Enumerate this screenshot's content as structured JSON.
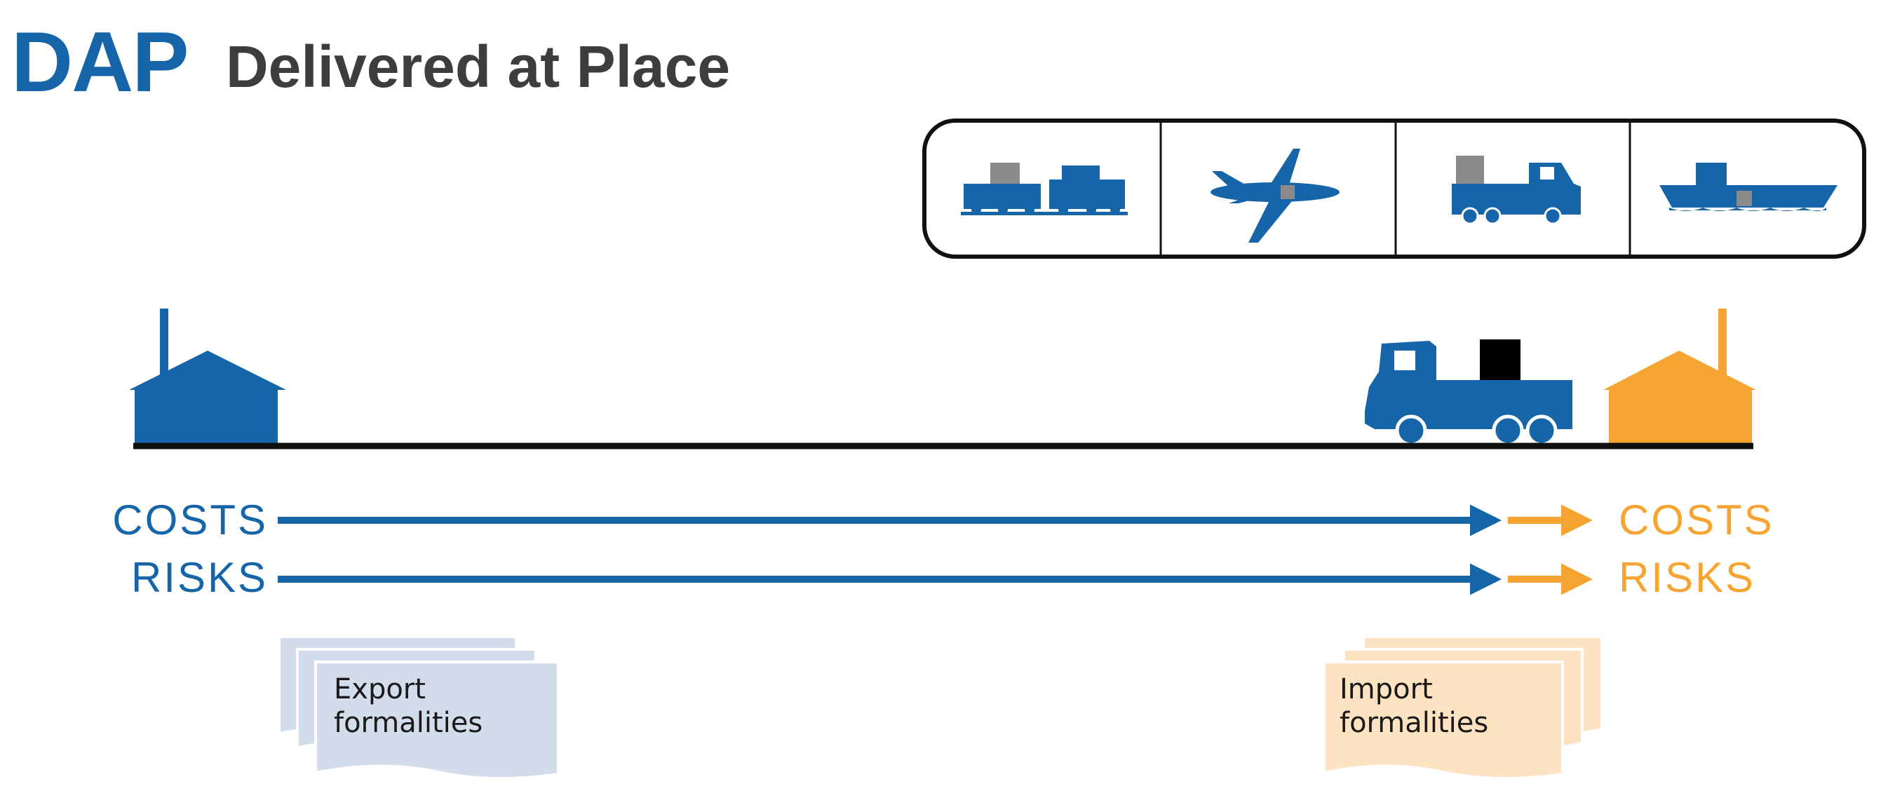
{
  "title": {
    "abbreviation": "DAP",
    "full_name": "Delivered at Place"
  },
  "colors": {
    "seller": "#1565a8",
    "buyer": "#f6a532",
    "title_text": "#3d3d3d",
    "export_doc": "#d3dcea",
    "import_doc": "#fde3c2",
    "line": "#111111",
    "cargo": "#8a8a8a"
  },
  "transport_modes": {
    "icons": [
      "train-icon",
      "airplane-icon",
      "truck-icon",
      "ship-icon"
    ]
  },
  "seller": {
    "building_icon": "factory-icon",
    "costs_label": "COSTS",
    "risks_label": "RISKS",
    "document": {
      "line1": "Export",
      "line2": "formalities"
    }
  },
  "buyer": {
    "building_icon": "factory-icon",
    "costs_label": "COSTS",
    "risks_label": "RISKS",
    "document": {
      "line1": "Import",
      "line2": "formalities"
    }
  },
  "delivery_point": {
    "icon": "delivery-truck-icon"
  }
}
